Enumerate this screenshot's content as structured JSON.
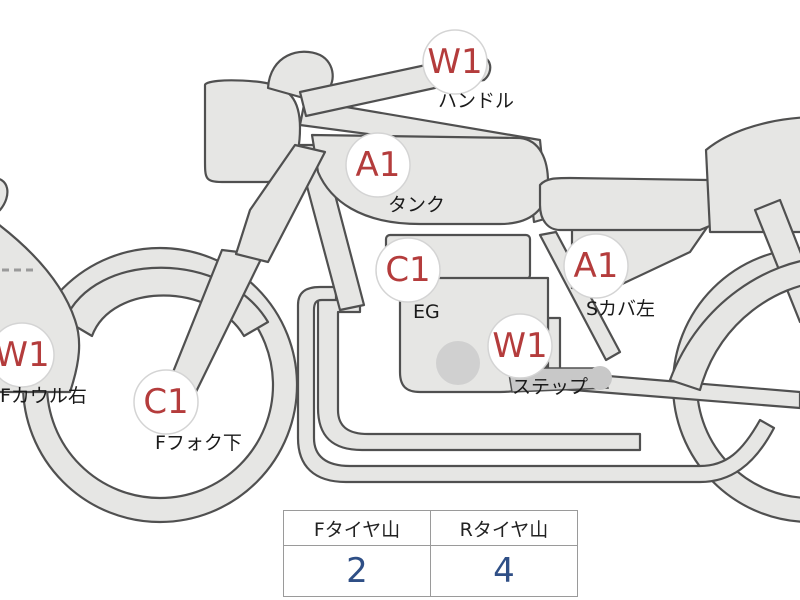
{
  "diagram": {
    "labels": {
      "handle": "ハンドル",
      "tank": "タンク",
      "engine": "EG",
      "side_cover_left": "Sカバ左",
      "step": "ステップ",
      "front_cowl_right": "Fカウル右",
      "front_fork_lower": "Fフォク下"
    },
    "badges": {
      "handle": "W1",
      "tank": "A1",
      "engine": "C1",
      "side_cover_left": "A1",
      "step": "W1",
      "front_cowl_right": "W1",
      "front_fork_lower": "C1"
    },
    "colors": {
      "part_fill": "#e6e6e4",
      "outline": "#505050",
      "badge_text": "#b43c3c",
      "value_text": "#2f4f86"
    }
  },
  "tread_table": {
    "headers": [
      "Fタイヤ山",
      "Rタイヤ山"
    ],
    "values": [
      "2",
      "4"
    ]
  }
}
